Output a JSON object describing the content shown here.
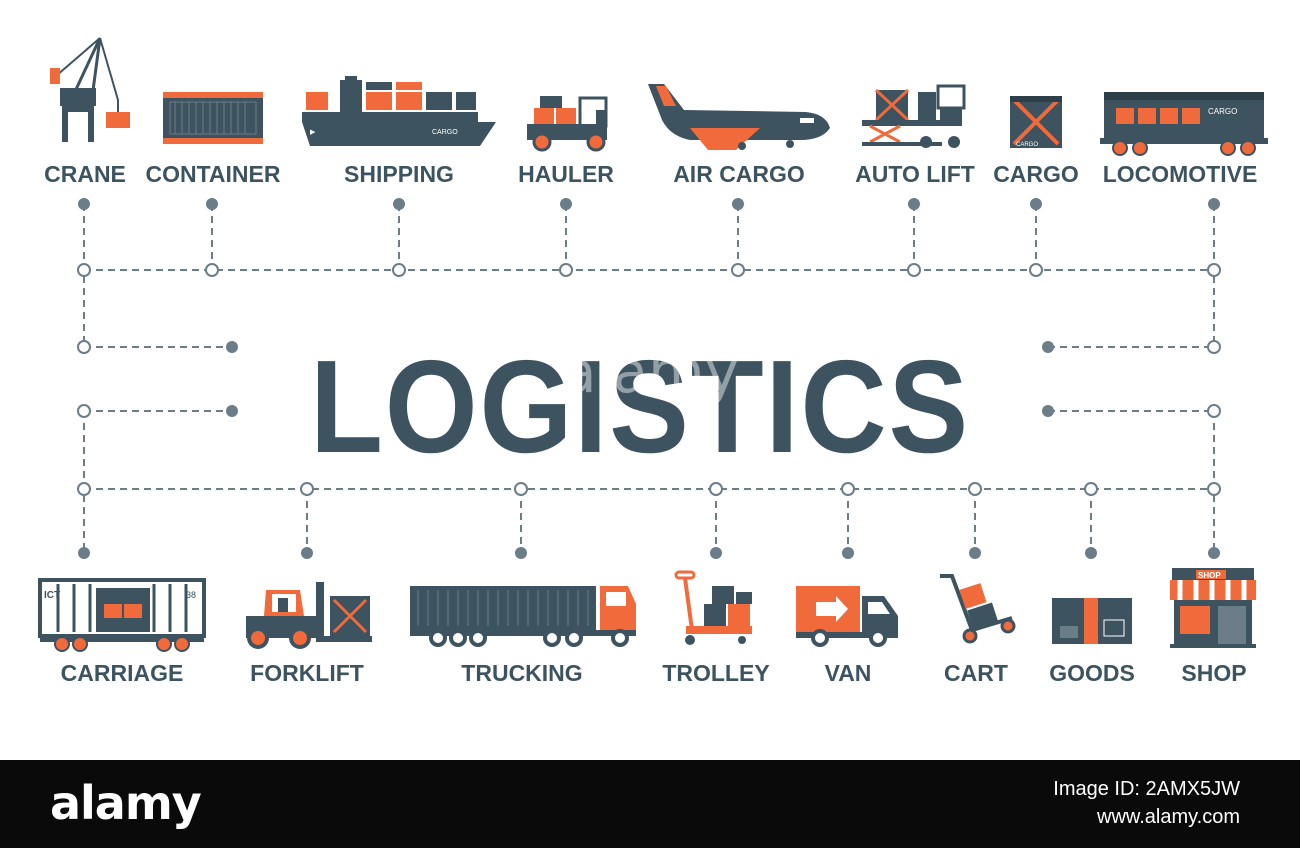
{
  "title": "LOGISTICS",
  "watermark": "alamy",
  "colors": {
    "slate": "#3d5360",
    "orange": "#f06a3b",
    "line": "#6b7d88"
  },
  "top_items": [
    {
      "label": "CRANE",
      "icon": "crane-icon"
    },
    {
      "label": "CONTAINER",
      "icon": "container-icon"
    },
    {
      "label": "SHIPPING",
      "icon": "cargo-ship-icon"
    },
    {
      "label": "HAULER",
      "icon": "hauler-icon"
    },
    {
      "label": "AIR CARGO",
      "icon": "cargo-plane-icon"
    },
    {
      "label": "AUTO LIFT",
      "icon": "auto-lift-icon"
    },
    {
      "label": "CARGO",
      "icon": "cargo-crate-icon"
    },
    {
      "label": "LOCOMOTIVE",
      "icon": "locomotive-icon"
    }
  ],
  "bottom_items": [
    {
      "label": "CARRIAGE",
      "icon": "rail-carriage-icon"
    },
    {
      "label": "FORKLIFT",
      "icon": "forklift-icon"
    },
    {
      "label": "TRUCKING",
      "icon": "semi-truck-icon"
    },
    {
      "label": "TROLLEY",
      "icon": "pallet-trolley-icon"
    },
    {
      "label": "VAN",
      "icon": "delivery-van-icon"
    },
    {
      "label": "CART",
      "icon": "hand-cart-icon"
    },
    {
      "label": "GOODS",
      "icon": "goods-box-icon"
    },
    {
      "label": "SHOP",
      "icon": "shop-icon"
    }
  ],
  "icon_text": {
    "ship_cargo": "CARGO",
    "loco_cargo": "CARGO",
    "crate_cargo": "CARGO",
    "shop_sign": "SHOP",
    "carriage_mark": "ICT",
    "carriage_num": "38"
  },
  "footer": {
    "logo": "alamy",
    "image_id": "Image ID: 2AMX5JW",
    "url": "www.alamy.com"
  }
}
